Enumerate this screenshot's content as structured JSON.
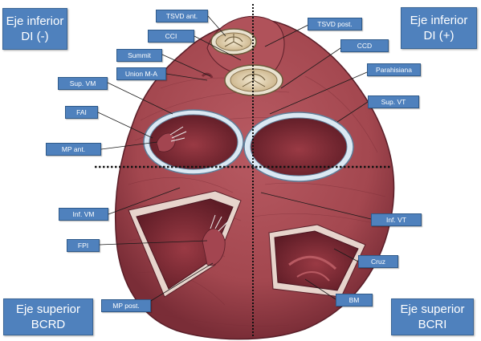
{
  "corners": {
    "top_left": {
      "line1": "Eje inferior",
      "line2": "DI (-)"
    },
    "top_right": {
      "line1": "Eje inferior",
      "line2": "DI (+)"
    },
    "bottom_left": {
      "line1": "Eje superior",
      "line2": "BCRD"
    },
    "bottom_right": {
      "line1": "Eje superior",
      "line2": "BCRI"
    }
  },
  "labels": {
    "tsvd_ant": "TSVD ant.",
    "tsvd_post": "TSVD post.",
    "cci": "CCI",
    "ccd": "CCD",
    "summit": "Summit",
    "union_ma": "Union M-A",
    "parahisiana": "Parahisiana",
    "sup_vm": "Sup. VM",
    "sup_vt": "Sup. VT",
    "fai": "FAI",
    "mp_ant": "MP ant.",
    "inf_vm": "Inf. VM",
    "inf_vt": "Inf. VT",
    "fpi": "FPI",
    "cruz": "Cruz",
    "mp_post": "MP post.",
    "bm": "BM"
  },
  "colors": {
    "label_fill": "#4f81bd",
    "muscle": "#a3474f",
    "muscle_dark": "#6e2430",
    "valve_ring": "#b9d3e8"
  }
}
